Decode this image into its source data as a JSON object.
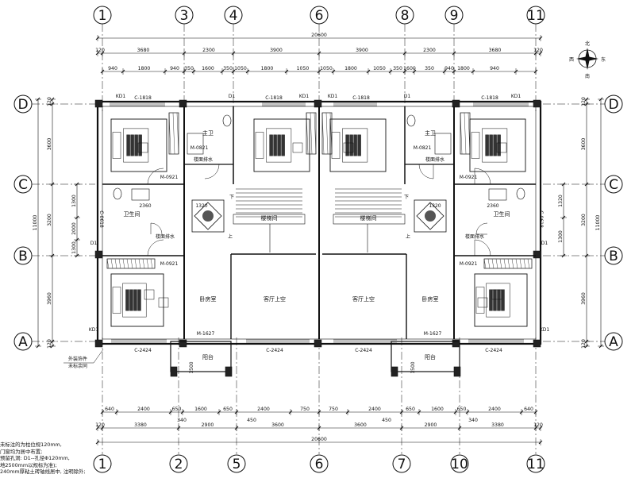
{
  "drawing": {
    "axes_vertical_top": [
      "1",
      "3",
      "4",
      "6",
      "8",
      "9",
      "11"
    ],
    "axes_vertical_bottom": [
      "1",
      "2",
      "5",
      "6",
      "7",
      "10",
      "11"
    ],
    "axes_horizontal": [
      "D",
      "C",
      "B",
      "A"
    ],
    "total_width": "20600",
    "top_dims_row1": [
      "120",
      "3680",
      "2300",
      "3900",
      "3900",
      "2300",
      "3680",
      "120"
    ],
    "top_dims_row2": [
      "940",
      "1800",
      "940",
      "350",
      "1600",
      "350",
      "1050",
      "1800",
      "1050",
      "1050",
      "1800",
      "1050",
      "350",
      "1600",
      "350",
      "940",
      "1800",
      "940"
    ],
    "bottom_dims_row1": [
      "640",
      "2400",
      "650",
      "1600",
      "650",
      "2400",
      "750",
      "750",
      "2400",
      "650",
      "1600",
      "650",
      "2400",
      "640"
    ],
    "bottom_dims_extra": [
      "340",
      "450",
      "450",
      "340"
    ],
    "bottom_dims_row2": [
      "120",
      "3380",
      "2900",
      "3600",
      "3600",
      "2900",
      "3380",
      "120"
    ],
    "left_dims_outer": [
      "120",
      "3600",
      "3200",
      "3960",
      "120"
    ],
    "left_dims_inner": [
      "1300",
      "2000",
      "1300"
    ],
    "left_total": "11000",
    "right_dims_outer": [
      "120",
      "3600",
      "3200",
      "3960",
      "120"
    ],
    "right_total": "11000",
    "right_dims_inner": [
      "1320",
      "1300"
    ]
  },
  "compass": {
    "north": "北",
    "south": "南",
    "east": "东",
    "west": "西"
  },
  "rooms": {
    "master_bath": "主卫",
    "bath": "卫生间",
    "stair": "楼梯间",
    "living_void": "客厅上空",
    "bedroom": "卧房室",
    "balcony": "阳台"
  },
  "labels": {
    "kd1": "KD1",
    "d1": "D1",
    "win_top": "C-1818",
    "win_bottom": "C-2424",
    "win_side": "C-0618",
    "door_m0921": "M-0921",
    "door_m0821": "M-0821",
    "door_m1627": "M-1627",
    "floor_drain": "楼面排水",
    "stair_up": "上",
    "stair_down": "下",
    "dim_2360": "2360",
    "dim_1320": "1320",
    "dim_1500": "1500"
  },
  "left_note": "外装饰件\n未标余同",
  "notes": [
    "未标注的为柱位规120mm,",
    "门窗均为居中布置;",
    "预留孔洞: D1--孔径Φ120mm,",
    "地2500mm以规标为准);",
    "240mm厚粘土砖轴线居中, 注明除外;"
  ],
  "colors": {
    "line": "#111111",
    "wall_fill": "#222222"
  }
}
